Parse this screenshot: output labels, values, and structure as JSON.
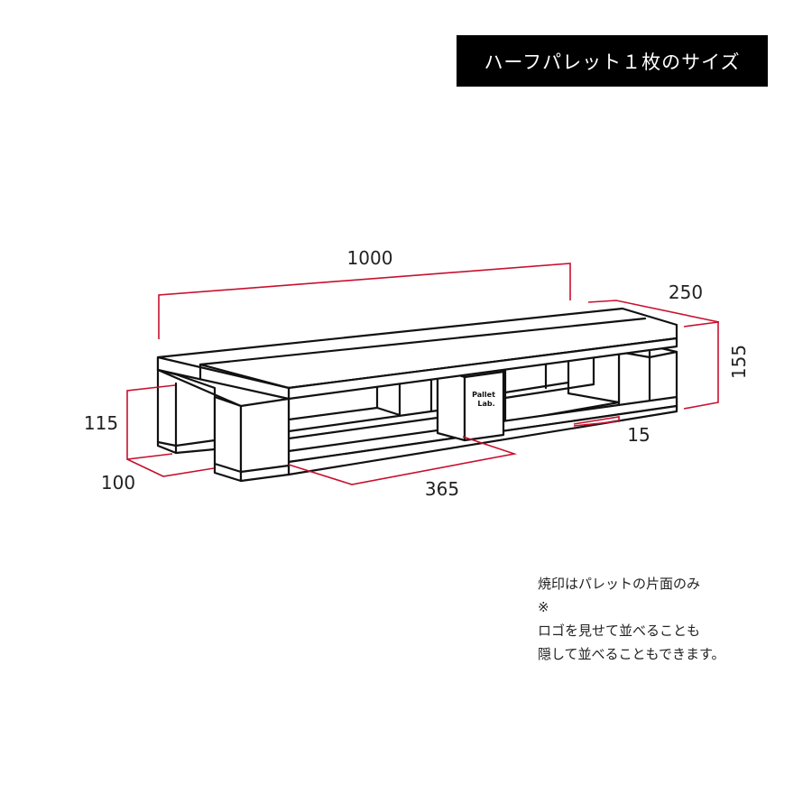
{
  "title": "ハーフパレット１枚のサイズ",
  "colors": {
    "title_bg": "#000000",
    "title_text": "#ffffff",
    "dimension_line": "#c8102e",
    "outline": "#111111"
  },
  "diagram": {
    "subject": "half-pallet isometric drawing",
    "logo": {
      "line1": "Pallet",
      "line2": "Lab."
    },
    "dimensions": {
      "length": "1000",
      "width": "250",
      "height": "155",
      "block_height": "115",
      "block_depth": "100",
      "center_span": "365",
      "board_thickness": "15"
    }
  },
  "notes": {
    "line1": "焼印はパレットの片面のみ",
    "mark": "※",
    "line2": "ロゴを見せて並べることも",
    "line3": "隠して並べることもできます。"
  }
}
